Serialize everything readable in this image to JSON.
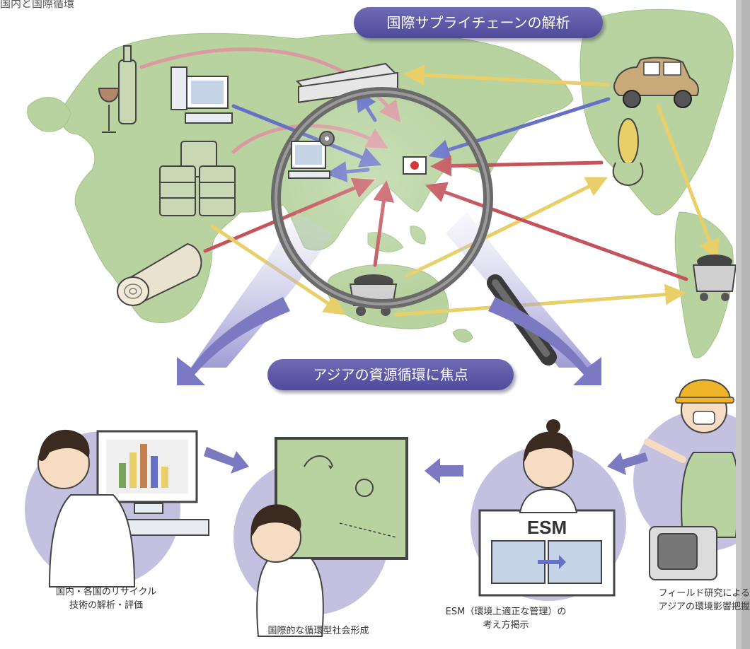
{
  "header_fragment": "国内と国際循環",
  "pill_supply_chain": "国際サプライチェーンの解析",
  "pill_asia_focus": "アジアの資源循環に焦点",
  "panel_esm_label": "ESM",
  "captions": {
    "recycling": [
      "国内・各国のリサイクル",
      "技術の解析・評価"
    ],
    "society": [
      "国際的な循環型社会形成"
    ],
    "esm": [
      "ESM（環境上適正な管理）の",
      "考え方掲示"
    ],
    "field": [
      "フィールド研究による",
      "アジアの環境影響把握"
    ]
  },
  "colors": {
    "pill": "#5a55a5",
    "land": "#b8d3a0",
    "sea": "#ffffff",
    "arrow_red": "#c4535b",
    "arrow_yellow": "#e8cf68",
    "arrow_blue": "#6670c4",
    "arrow_pink": "#d99aa0",
    "big_arrow": "#7b79c2",
    "circle_bg": "#c4c0e0"
  }
}
